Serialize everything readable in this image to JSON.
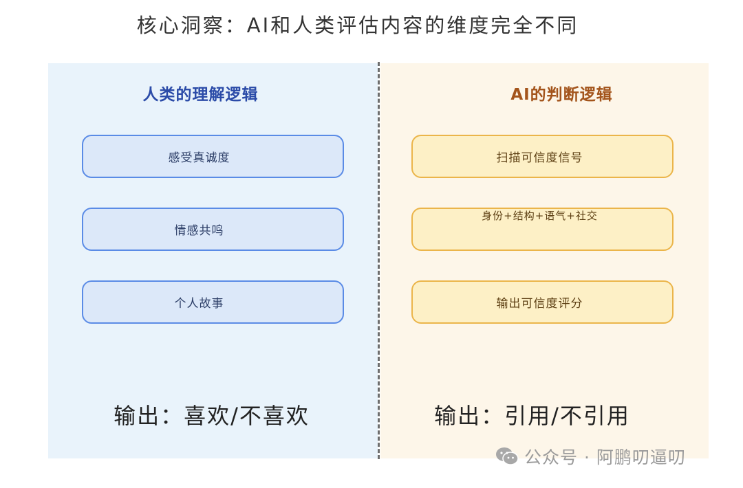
{
  "title": "核心洞察：AI和人类评估内容的维度完全不同",
  "left_panel": {
    "title": "人类的理解逻辑",
    "items": [
      "感受真诚度",
      "情感共鸣",
      "个人故事"
    ],
    "output": "输出：喜欢/不喜欢"
  },
  "right_panel": {
    "title": "AI的判断逻辑",
    "items": [
      "扫描可信度信号",
      "身份+结构+语气+社交",
      "输出可信度评分"
    ],
    "output": "输出：引用/不引用"
  },
  "watermark": {
    "text": "公众号 · 阿鹏叨逼叨",
    "icon": "wechat-icon"
  },
  "colors": {
    "left_bg": "#e9f3fb",
    "left_accent": "#5a8be6",
    "right_bg": "#fdf6e9",
    "right_accent": "#ebb54a"
  }
}
